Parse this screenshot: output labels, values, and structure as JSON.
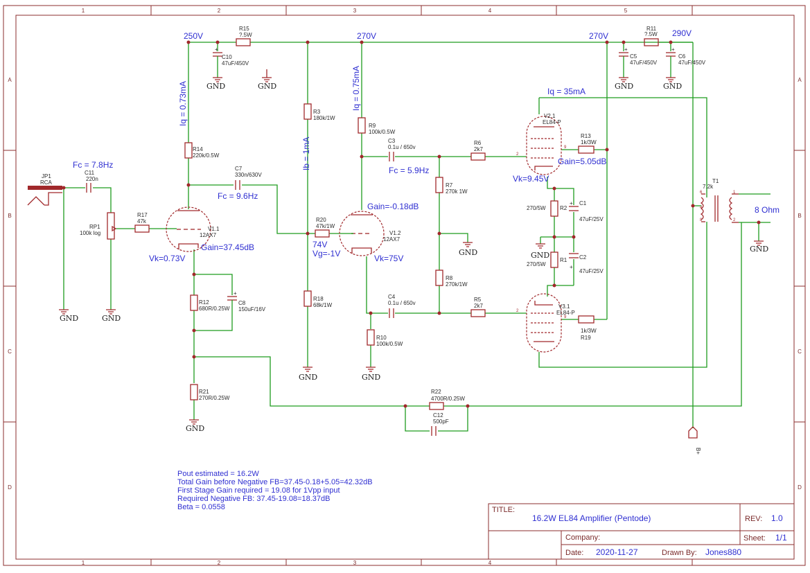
{
  "frame": {
    "columns": [
      "1",
      "2",
      "3",
      "4",
      "5"
    ],
    "rows": [
      "A",
      "B",
      "C",
      "D"
    ]
  },
  "components": {
    "JP1": {
      "ref": "JP1",
      "value": "RCA"
    },
    "C11": {
      "ref": "C11",
      "value": "220n"
    },
    "RP1": {
      "ref": "RP1",
      "value": "100k log"
    },
    "R17": {
      "ref": "R17",
      "value": "47k"
    },
    "V11": {
      "ref": "V1.1",
      "value": "12AX7"
    },
    "R14": {
      "ref": "R14",
      "value": "220k/0.5W"
    },
    "R15": {
      "ref": "R15",
      "value": "?.5W"
    },
    "C10": {
      "ref": "C10",
      "value": "47uF/450V"
    },
    "C7": {
      "ref": "C7",
      "value": "330n/630V"
    },
    "R12": {
      "ref": "R12",
      "value": "680R/0.25W"
    },
    "C8": {
      "ref": "C8",
      "value": "150uF/16V"
    },
    "R21": {
      "ref": "R21",
      "value": "270R/0.25W"
    },
    "R3": {
      "ref": "R3",
      "value": "180k/1W"
    },
    "R18": {
      "ref": "R18",
      "value": "68k/1W"
    },
    "R20": {
      "ref": "R20",
      "value": "47k/1W"
    },
    "V12": {
      "ref": "V1.2",
      "value": "12AX7"
    },
    "R9": {
      "ref": "R9",
      "value": "100k/0.5W"
    },
    "C3": {
      "ref": "C3",
      "value": "0.1u / 650v"
    },
    "R10": {
      "ref": "R10",
      "value": "100k/0.5W"
    },
    "C4": {
      "ref": "C4",
      "value": "0.1u / 650v"
    },
    "R7": {
      "ref": "R7",
      "value": "270k 1W"
    },
    "R8": {
      "ref": "R8",
      "value": "270k/1W"
    },
    "R6": {
      "ref": "R6",
      "value": "2k7"
    },
    "R5": {
      "ref": "R5",
      "value": "2k7"
    },
    "V21": {
      "ref": "V2.1",
      "value": "EL84-P"
    },
    "V31": {
      "ref": "V3.1",
      "value": "EL84-P"
    },
    "R13": {
      "ref": "R13",
      "value": "1k/3W"
    },
    "R19": {
      "ref": "R19",
      "value": "1k/3W"
    },
    "R2": {
      "ref": "R2",
      "value": "270/5W"
    },
    "C1": {
      "ref": "C1",
      "value": "47uF/25V"
    },
    "R1": {
      "ref": "R1",
      "value": "270/5W"
    },
    "C2": {
      "ref": "C2",
      "value": "47uF/25V"
    },
    "R11": {
      "ref": "R11",
      "value": "?.5W"
    },
    "C5": {
      "ref": "C5",
      "value": "47uF/450V"
    },
    "C6": {
      "ref": "C6",
      "value": "47uF/450V"
    },
    "T1": {
      "ref": "T1",
      "value": "7.2k"
    },
    "R22": {
      "ref": "R22",
      "value": "4700R/0.25W"
    },
    "C12": {
      "ref": "C12",
      "value": "500pF"
    }
  },
  "gnd_label": "GND",
  "bplus_label": "B+",
  "annotations": {
    "v250": "250V",
    "v270a": "270V",
    "v270b": "270V",
    "v290": "290V",
    "iq1": "Iq = 0.73mA",
    "iq2": "Iq = 0.75mA",
    "ib": "Ib = 1mA",
    "iq3": "Iq = 35mA",
    "fc1": "Fc = 7.8Hz",
    "fc2": "Fc = 9.6Hz",
    "fc3": "Fc = 5.9Hz",
    "vk1": "Vk=0.73V",
    "gain1": "Gain=37.45dB",
    "gain2": "Gain=-0.18dB",
    "gain3": "Gain=5.05dB",
    "v74": "74V",
    "vg": "Vg=-1V",
    "vk2": "Vk=75V",
    "vk3": "Vk=9.45V",
    "ohm": "8 Ohm"
  },
  "notes": [
    "Pout estimated = 16.2W",
    "Total Gain before Negative FB=37.45-0.18+5.05=42.32dB",
    "First Stage Gain required = 19.08 for 1Vpp input",
    "Required Negative FB: 37.45-19.08=18.37dB",
    "Beta = 0.0558"
  ],
  "title_block": {
    "title_label": "TITLE:",
    "title": "16.2W EL84 Amplifier (Pentode)",
    "rev_label": "REV:",
    "rev": "1.0",
    "company_label": "Company:",
    "company": "",
    "sheet_label": "Sheet:",
    "sheet": "1/1",
    "date_label": "Date:",
    "date": "2020-11-27",
    "drawn_label": "Drawn By:",
    "drawn": "Jones880"
  }
}
